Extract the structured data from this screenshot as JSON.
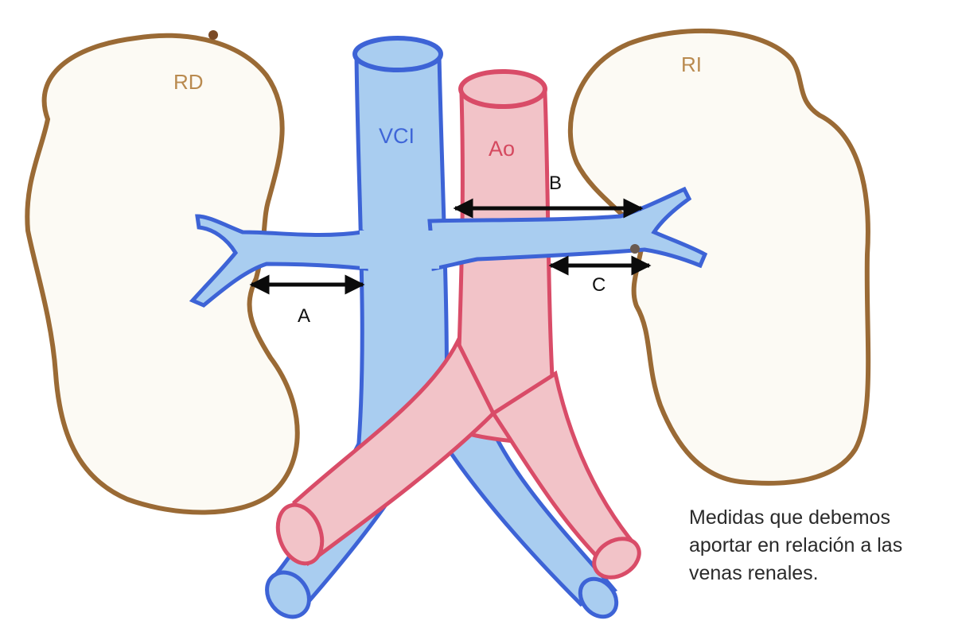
{
  "labels": {
    "right_kidney": "RD",
    "left_kidney": "RI",
    "vena_cava": "VCI",
    "aorta": "Ao",
    "measure_a": "A",
    "measure_b": "B",
    "measure_c": "C"
  },
  "caption": {
    "line1": "Medidas que debemos",
    "line2": "aportar en relación a las",
    "line3": "venas renales."
  },
  "colors": {
    "kidney_outline": "#9a6a35",
    "kidney_fill": "#fcfaf4",
    "kidney_label": "#b98a4f",
    "vein_fill": "#a9cdf0",
    "vein_outline": "#3d63d6",
    "vein_label": "#3f66d8",
    "aorta_fill": "#f2c3c8",
    "aorta_outline": "#d94c68",
    "aorta_label": "#d5495f",
    "arrow": "#0b0b0b"
  }
}
